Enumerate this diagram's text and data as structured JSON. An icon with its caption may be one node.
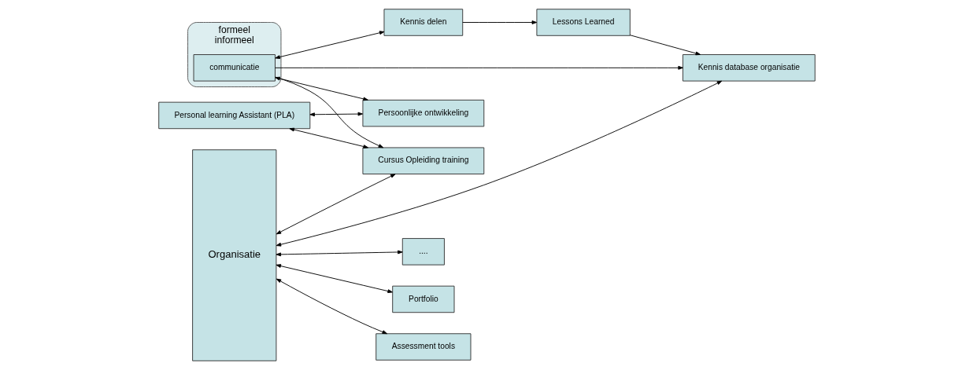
{
  "diagram": {
    "nodes": [
      {
        "text": [
          "Organisatie"
        ]
      },
      {
        "text": [
          "Lessons Learned"
        ]
      },
      {
        "text": [
          "Kennis database organisatie"
        ]
      },
      {
        "text": [
          "Kennis delen"
        ]
      },
      {
        "text": [
          "formeel",
          "informeel"
        ]
      },
      {
        "text": [
          "communicatie"
        ],
        "in": 4
      },
      {
        "text": [
          "Cursus Opleiding training"
        ]
      },
      {
        "text": [
          "Persoonlijke ontwikkeling"
        ]
      },
      {
        "text": [
          "Personal learning Assistant (PLA)"
        ]
      },
      {
        "text": [
          "Portfolio"
        ]
      },
      {
        "text": [
          "Assessment tools"
        ]
      },
      {
        "text": [
          "...."
        ]
      }
    ],
    "edges": [
      {
        "from": 0,
        "to": 2,
        "arrow": "both"
      },
      {
        "from": 3,
        "to": 1,
        "arrow": "to"
      },
      {
        "from": 1,
        "to": 2,
        "arrow": "to"
      },
      {
        "from": 5,
        "to": 2,
        "arrow": "to"
      },
      {
        "from": 5,
        "to": 3,
        "arrow": "both"
      },
      {
        "from": 5,
        "to": 6,
        "arrow": "to"
      },
      {
        "from": 5,
        "to": 7,
        "arrow": "both"
      },
      {
        "from": 0,
        "to": 6,
        "arrow": "both"
      },
      {
        "from": 8,
        "to": 6,
        "arrow": "both"
      },
      {
        "from": 8,
        "to": 7,
        "arrow": "both"
      },
      {
        "from": 0,
        "to": 9,
        "arrow": "both"
      },
      {
        "from": 0,
        "to": 10,
        "arrow": "both"
      },
      {
        "from": 0,
        "to": 11,
        "arrow": "both"
      }
    ]
  }
}
